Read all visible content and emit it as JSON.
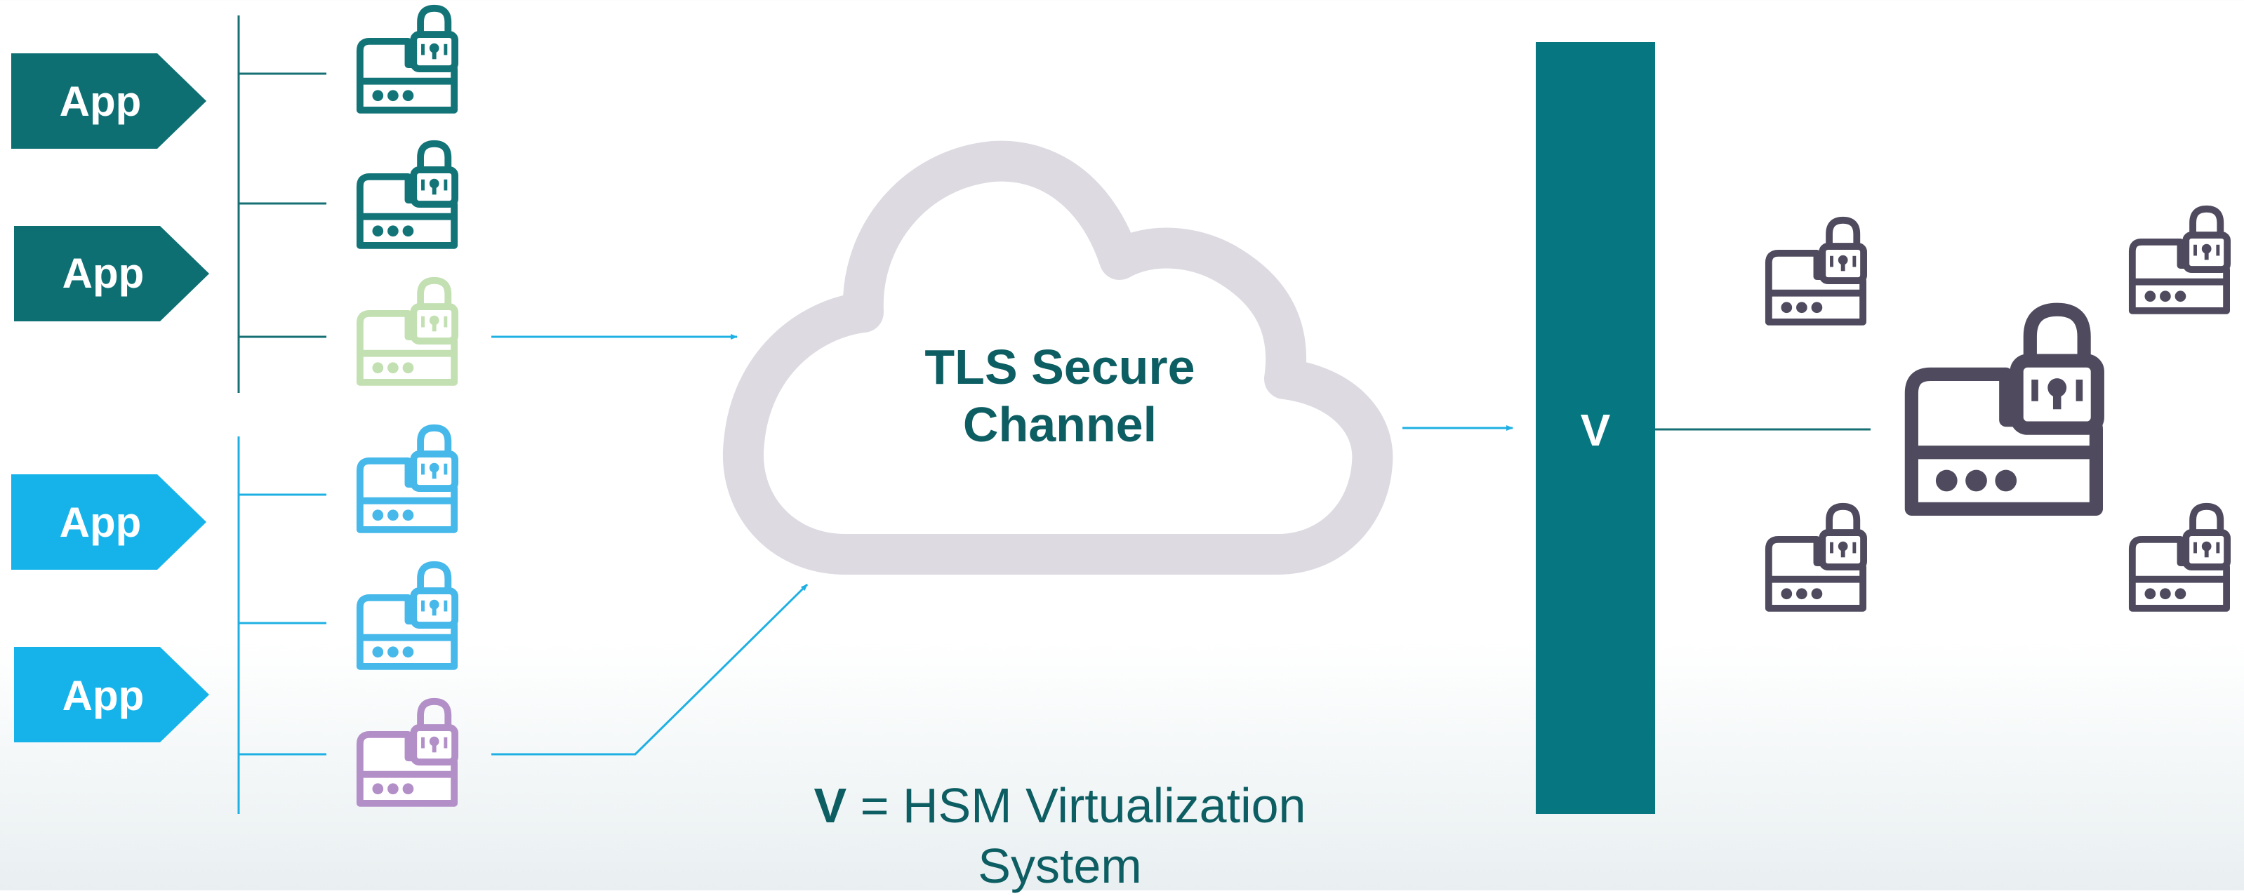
{
  "diagram": {
    "colors": {
      "teal_dark": "#0e6f73",
      "teal_device": "#137478",
      "green_light": "#c3e0b2",
      "blue_bright": "#16b3ea",
      "blue_device": "#46b8ea",
      "purple": "#b38fc8",
      "slate": "#4f4a5e",
      "cloud_outline": "#dddae1",
      "line_teal": "#166f73",
      "line_blue": "#1fb0e3",
      "v_bar": "#067781"
    },
    "app_group_top": {
      "apps": [
        {
          "label": "App",
          "color": "#0e6f73"
        },
        {
          "label": "App",
          "color": "#0e6f73"
        }
      ],
      "devices": [
        {
          "icon": "hsm-device-icon",
          "color": "#137478"
        },
        {
          "icon": "hsm-device-icon",
          "color": "#137478"
        },
        {
          "icon": "hsm-device-icon",
          "color": "#c3e0b2"
        }
      ]
    },
    "app_group_bottom": {
      "apps": [
        {
          "label": "App",
          "color": "#16b3ea"
        },
        {
          "label": "App",
          "color": "#16b3ea"
        }
      ],
      "devices": [
        {
          "icon": "hsm-device-icon",
          "color": "#46b8ea"
        },
        {
          "icon": "hsm-device-icon",
          "color": "#46b8ea"
        },
        {
          "icon": "hsm-device-icon",
          "color": "#b38fc8"
        }
      ]
    },
    "cloud": {
      "icon": "cloud-icon",
      "label": "TLS Secure Channel"
    },
    "virtualization_bar": {
      "label": "V"
    },
    "hsm_cluster": {
      "main_device": {
        "icon": "hsm-device-icon",
        "color": "#4f4a5e"
      },
      "satellite_devices": [
        {
          "icon": "hsm-device-icon",
          "color": "#4f4a5e"
        },
        {
          "icon": "hsm-device-icon",
          "color": "#4f4a5e"
        },
        {
          "icon": "hsm-device-icon",
          "color": "#4f4a5e"
        },
        {
          "icon": "hsm-device-icon",
          "color": "#4f4a5e"
        }
      ]
    },
    "legend": {
      "key": "V",
      "separator": " = ",
      "description": "HSM Virtualization System"
    }
  }
}
